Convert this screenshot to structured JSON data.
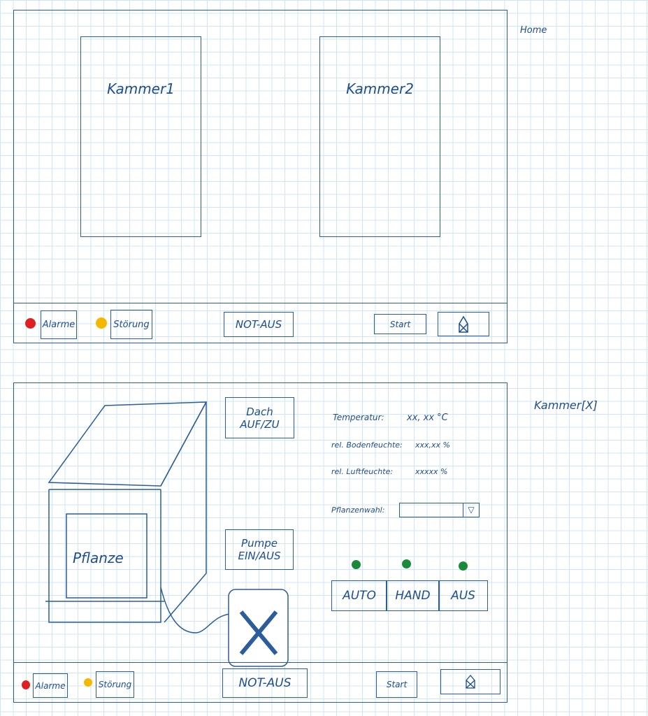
{
  "home": {
    "title": "Home",
    "chambers": [
      "Kammer1",
      "Kammer2"
    ]
  },
  "chamber": {
    "title": "Kammer[X]",
    "roof_button": "Dach AUF/ZU",
    "pump_button": "Pumpe EIN/AUS",
    "plant_label": "Pflanze",
    "readings": [
      {
        "label": "Temperatur:",
        "value": "xx, xx °C"
      },
      {
        "label": "rel. Bodenfeuchte:",
        "value": "xxx,xx %"
      },
      {
        "label": "rel. Luftfeuchte:",
        "value": "xxxxx %"
      }
    ],
    "plant_select_label": "Pflanzenwahl:",
    "plant_select_value": "",
    "modes": [
      "AUTO",
      "HAND",
      "AUS"
    ]
  },
  "footer": {
    "alarms": "Alarme",
    "faults": "Störung",
    "emergency_stop": "NOT-AUS",
    "start": "Start"
  },
  "colors": {
    "alarm": "#e02020",
    "fault": "#f5b800",
    "led": "#1a8a3a",
    "ink": "#1f4e8c"
  }
}
